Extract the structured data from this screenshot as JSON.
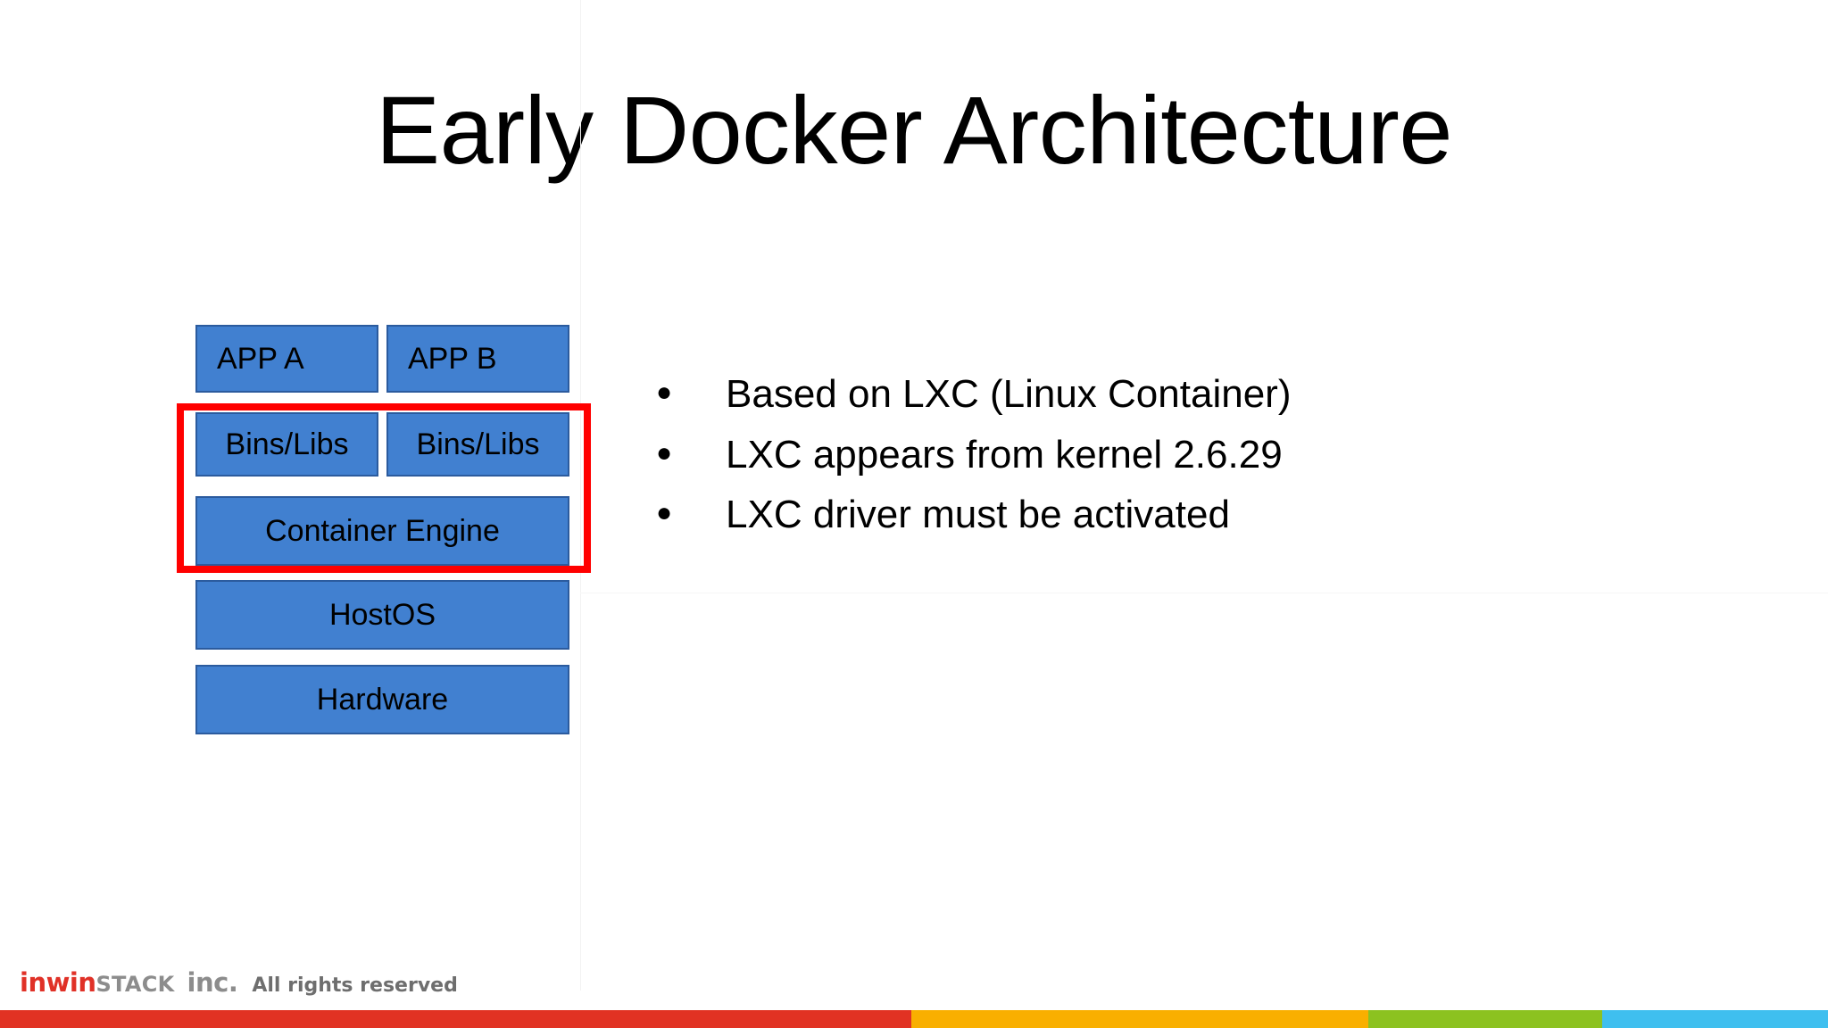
{
  "slide": {
    "title": "Early Docker Architecture"
  },
  "diagram": {
    "name": "early-docker-architecture-stack",
    "blocks": [
      {
        "id": "app-a",
        "label": "APP A"
      },
      {
        "id": "app-b",
        "label": "APP B"
      },
      {
        "id": "bins-a",
        "label": "Bins/Libs"
      },
      {
        "id": "bins-b",
        "label": "Bins/Libs"
      },
      {
        "id": "engine",
        "label": "Container Engine"
      },
      {
        "id": "hostos",
        "label": "HostOS"
      },
      {
        "id": "hardware",
        "label": "Hardware"
      }
    ],
    "highlight": {
      "color": "#FF0000",
      "covers": [
        "bins-a",
        "bins-b",
        "engine"
      ]
    },
    "block_fill": "#4180D0",
    "block_border": "#2B5B9E"
  },
  "bullets": {
    "marker": "●",
    "items": [
      "Based on LXC (Linux Container)",
      "LXC appears from kernel 2.6.29",
      "LXC driver must be activated"
    ]
  },
  "footer": {
    "logo_primary": "inwin",
    "logo_secondary": "STACK",
    "logo_inc": "inc.",
    "rights": "All rights reserved",
    "logo_primary_color": "#E03127",
    "logo_secondary_color": "#8C8C8C",
    "bar_colors": [
      "#E13223",
      "#F9AF00",
      "#8CC220",
      "#3FBFEF"
    ]
  }
}
